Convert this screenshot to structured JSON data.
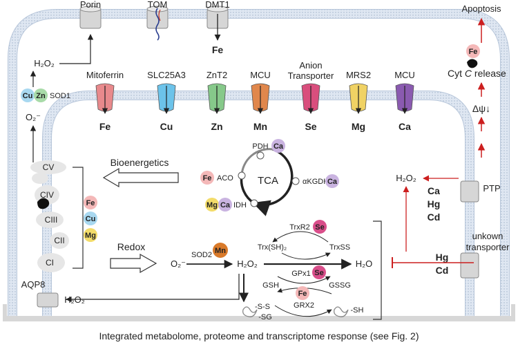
{
  "outer_transporters": {
    "porin": "Porin",
    "tom": "TOM",
    "dmt1": "DMT1",
    "dmt1_ion": "Fe"
  },
  "top_right": {
    "apoptosis": "Apoptosis",
    "fe": "Fe",
    "cyt_c_prefix": "Cyt ",
    "cyt_c_letter": "C",
    "cyt_c_suffix": " release",
    "delta_psi": "Δψ↓"
  },
  "left_path": {
    "h2o2_top": "H₂O₂",
    "cu": "Cu",
    "zn": "Zn",
    "sod1": "SOD1",
    "o2_radical": "O₂⁻"
  },
  "inner_transporters": [
    {
      "name": "Mitoferrin",
      "ion": "Fe",
      "color": "#e8898c"
    },
    {
      "name": "SLC25A3",
      "ion": "Cu",
      "color": "#6cc3ea"
    },
    {
      "name": "ZnT2",
      "ion": "Zn",
      "color": "#86c98a"
    },
    {
      "name": "MCU",
      "ion": "Mn",
      "color": "#e0874c"
    },
    {
      "name_line1": "Anion",
      "name_line2": "Transporter",
      "ion": "Se",
      "color": "#d94e7d"
    },
    {
      "name": "MRS2",
      "ion": "Mg",
      "color": "#f0d264"
    },
    {
      "name": "MCU",
      "ion": "Ca",
      "color": "#8a5ab0"
    }
  ],
  "etc": {
    "complexes": [
      "CV",
      "CIV",
      "CIII",
      "CII",
      "CI"
    ],
    "cofactors": [
      "Fe",
      "Cu",
      "Mg"
    ]
  },
  "bioenergetics": "Bioenergetics",
  "redox": "Redox",
  "tca": {
    "center": "TCA",
    "pdh": "PDH",
    "pdh_ion": "Ca",
    "aco": "ACO",
    "aco_ion": "Fe",
    "akgdh": "αKGDH",
    "akgdh_ion": "Ca",
    "idh": "IDH",
    "idh_ions": [
      "Mg",
      "Ca"
    ]
  },
  "redox_chain": {
    "o2": "O₂⁻",
    "sod2": "SOD2",
    "sod2_ion": "Mn",
    "h2o2": "H₂O₂",
    "h2o": "H₂O",
    "trxr2": "TrxR2",
    "trxr2_ion": "Se",
    "trx_sh2": "Trx(SH)₂",
    "trxss": "TrxSS",
    "gpx1": "GPx1",
    "gpx1_ion": "Se",
    "gsh": "GSH",
    "gssg": "GSSG",
    "grx2": "GRX2",
    "grx2_ion": "Fe",
    "ss_top": "-S-S",
    "ss_bottom": "-SG",
    "sh": "-SH"
  },
  "aqp8": {
    "label": "AQP8",
    "h2o2": "H₂O₂"
  },
  "ptp": {
    "label": "PTP",
    "h2o2": "H₂O₂",
    "ions": [
      "Ca",
      "Hg",
      "Cd"
    ]
  },
  "unknown": {
    "line1": "unkown",
    "line2": "transporter",
    "ions": [
      "Hg",
      "Cd"
    ]
  },
  "caption": "Integrated metabolome, proteome and transcriptome  response (see Fig. 2)",
  "colors": {
    "fe": "#f4b8b8",
    "cu": "#a8d8f0",
    "zn": "#a8dba8",
    "mn": "#d97a2a",
    "se": "#d94e8a",
    "mg": "#f3dc6a",
    "ca": "#c9b3e0",
    "red": "#cc1f1f"
  }
}
